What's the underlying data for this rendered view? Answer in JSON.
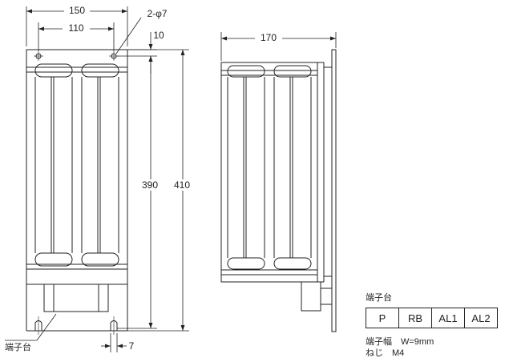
{
  "dimensions": {
    "overall_width": "150",
    "hole_pitch": "110",
    "holes": "2-φ7",
    "top_offset": "10",
    "side_depth": "170",
    "hole_span_height": "390",
    "overall_height": "410",
    "bottom_slot": "7"
  },
  "labels": {
    "terminal_block_arrow": "端子台",
    "terminal_block_title": "端子台",
    "terminal_width": "端子幅　W=9mm",
    "screw": "ねじ　M4"
  },
  "terminals": [
    "P",
    "RB",
    "AL1",
    "AL2"
  ],
  "colors": {
    "line": "#222222",
    "background": "#ffffff"
  }
}
